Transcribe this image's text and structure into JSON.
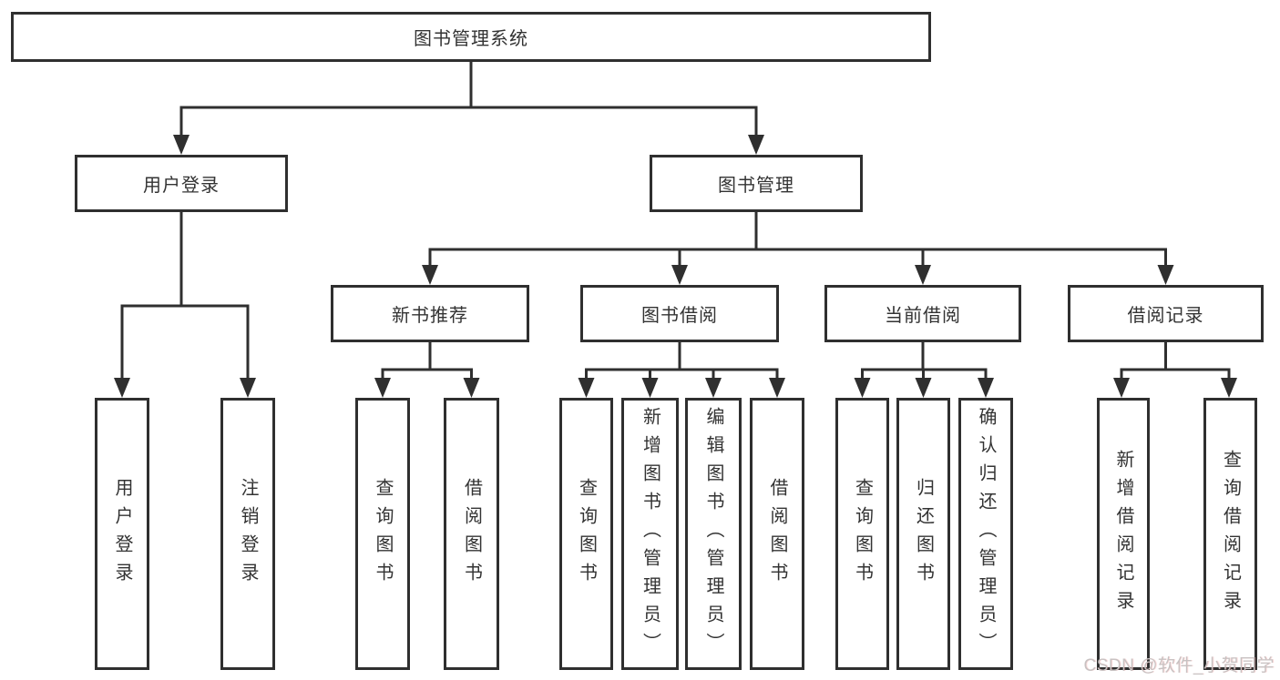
{
  "diagram_title": "图书管理系统",
  "tree": {
    "root": {
      "label": "图书管理系统",
      "children": [
        {
          "label": "用户登录",
          "children": [
            {
              "label": "用户登录"
            },
            {
              "label": "注销登录"
            }
          ]
        },
        {
          "label": "图书管理",
          "children": [
            {
              "label": "新书推荐",
              "children": [
                {
                  "label": "查询图书"
                },
                {
                  "label": "借阅图书"
                }
              ]
            },
            {
              "label": "图书借阅",
              "children": [
                {
                  "label": "查询图书"
                },
                {
                  "label": "新增图书（管理员）"
                },
                {
                  "label": "编辑图书（管理员）"
                },
                {
                  "label": "借阅图书"
                }
              ]
            },
            {
              "label": "当前借阅",
              "children": [
                {
                  "label": "查询图书"
                },
                {
                  "label": "归还图书"
                },
                {
                  "label": "确认归还（管理员）"
                }
              ]
            },
            {
              "label": "借阅记录",
              "children": [
                {
                  "label": "新增借阅记录"
                },
                {
                  "label": "查询借阅记录"
                }
              ]
            }
          ]
        }
      ]
    }
  },
  "watermark": "CSDN @软件_小贺同学",
  "colors": {
    "line": "#2f2f2f",
    "text": "#333333",
    "background": "#ffffff",
    "watermark": "#c8c2c2"
  }
}
